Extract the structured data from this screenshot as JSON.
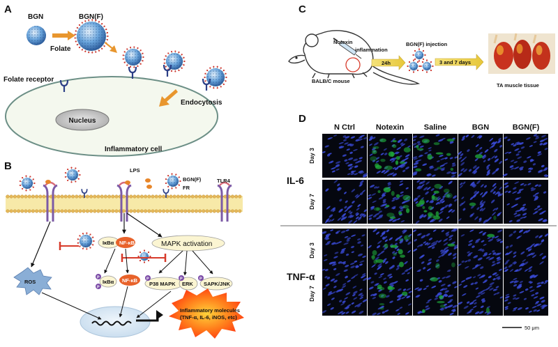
{
  "panels": {
    "a": {
      "letter": "A",
      "bgn": "BGN",
      "bgn_f": "BGN(F)",
      "folate": "Folate",
      "folate_receptor": "Folate receptor",
      "endocytosis": "Endocytosis",
      "nucleus": "Nucleus",
      "cell": "Inflammatory cell"
    },
    "b": {
      "letter": "B",
      "lps": "LPS",
      "bgn_f": "BGN(F)",
      "fr": "FR",
      "tlr4": "TLR4",
      "ikba": "IκBα",
      "nfkb": "NF-κB",
      "mapk": "MAPK activation",
      "ros": "ROS",
      "p": "P",
      "p38": "P38 MAPK",
      "erk": "ERK",
      "sapk": "SAPK/JNK",
      "inflam_line1": "Inflammatory molecules",
      "inflam_line2": "(TNF-α, IL-6, iNOS, etc)"
    },
    "c": {
      "letter": "C",
      "notexin": "Notexin",
      "inflammation": "inflammation",
      "mouse": "BALB/C mouse",
      "t24": "24h",
      "injection": "BGN(F) injection",
      "days": "3 and 7 days",
      "tissue": "TA muscle tissue"
    },
    "d": {
      "letter": "D",
      "columns": [
        "N Ctrl",
        "Notexin",
        "Saline",
        "BGN",
        "BGN(F)"
      ],
      "groups": [
        {
          "label": "IL-6",
          "days": [
            "Day 3",
            "Day 7"
          ]
        },
        {
          "label": "TNF-α",
          "days": [
            "Day 3",
            "Day 7"
          ]
        }
      ],
      "scale": "50 μm"
    }
  },
  "colors": {
    "np_blue": "#2f78c4",
    "np_dot": "#d0342c",
    "arrow_orange": "#e8962e",
    "arrow_red": "#d73a2a",
    "nfkb": "#e8622a",
    "cell_fill": "#f4f8ee",
    "cell_stroke": "#6c8f86",
    "receptor": "#2c3f86",
    "tlr4": "#7b5aa6",
    "ros": "#8aaed6",
    "burst": "#ff4a1a",
    "micro_bg": "#05070f",
    "micro_blue": "#3a4bd8",
    "micro_green": "#1fa83a"
  }
}
